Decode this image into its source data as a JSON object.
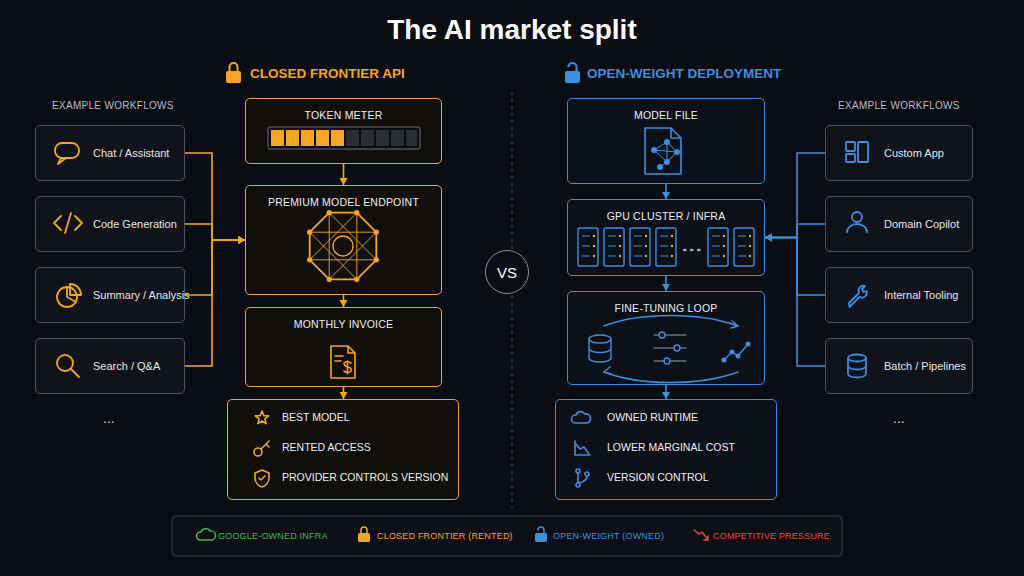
{
  "diagram": {
    "title": "The AI market split",
    "nodes": [
      {
        "text": [
          "Chat / Assistant"
        ]
      },
      {
        "text": [
          "Code Generation"
        ]
      },
      {
        "text": [
          "Summary / Analysis"
        ]
      },
      {
        "text": [
          "Search / Q&A"
        ]
      },
      {
        "text": [
          "TOKEN METER"
        ]
      },
      {
        "text": [
          "PREMIUM MODEL ENDPOINT"
        ]
      },
      {
        "text": [
          "MONTHLY INVOICE"
        ]
      },
      {
        "text": [
          "BEST MODEL",
          "RENTED ACCESS",
          "PROVIDER CONTROLS VERSION"
        ]
      },
      {
        "text": [
          "VS"
        ]
      },
      {
        "text": [
          "MODEL FILE"
        ]
      },
      {
        "text": [
          "GPU CLUSTER / INFRA"
        ]
      },
      {
        "text": [
          "FINE-TUNING LOOP"
        ]
      },
      {
        "text": [
          "OWNED RUNTIME",
          "LOWER MARGINAL COST",
          "VERSION CONTROL"
        ]
      },
      {
        "text": [
          "Custom App"
        ]
      },
      {
        "text": [
          "Domain Copilot"
        ]
      },
      {
        "text": [
          "Internal Tooling"
        ]
      },
      {
        "text": [
          "Batch / Pipelines"
        ]
      }
    ],
    "edges": [
      {
        "from": 0,
        "to": 5,
        "arrow": "to"
      },
      {
        "from": 1,
        "to": 5,
        "arrow": "to"
      },
      {
        "from": 2,
        "to": 5,
        "arrow": "to"
      },
      {
        "from": 3,
        "to": 5,
        "arrow": "to"
      },
      {
        "from": 4,
        "to": 5,
        "arrow": "to"
      },
      {
        "from": 5,
        "to": 6,
        "arrow": "to"
      },
      {
        "from": 6,
        "to": 7,
        "arrow": "to"
      },
      {
        "from": 9,
        "to": 10,
        "arrow": "to"
      },
      {
        "from": 10,
        "to": 11,
        "arrow": "to"
      },
      {
        "from": 11,
        "to": 12,
        "arrow": "to"
      },
      {
        "from": 13,
        "to": 10,
        "arrow": "to"
      },
      {
        "from": 14,
        "to": 10,
        "arrow": "to"
      },
      {
        "from": 15,
        "to": 10,
        "arrow": "to"
      },
      {
        "from": 16,
        "to": 10,
        "arrow": "to"
      }
    ],
    "labels": [
      "CLOSED FRONTIER API",
      "OPEN-WEIGHT DEPLOYMENT",
      "EXAMPLE WORKFLOWS",
      "EXAMPLE WORKFLOWS",
      "...",
      "..."
    ],
    "legend": [
      {
        "text": "GOOGLE-OWNED INFRA"
      },
      {
        "text": "CLOSED FRONTIER (RENTED)"
      },
      {
        "text": "OPEN-WEIGHT (OWNED)"
      },
      {
        "text": "COMPETITIVE PRESSURE"
      }
    ]
  }
}
